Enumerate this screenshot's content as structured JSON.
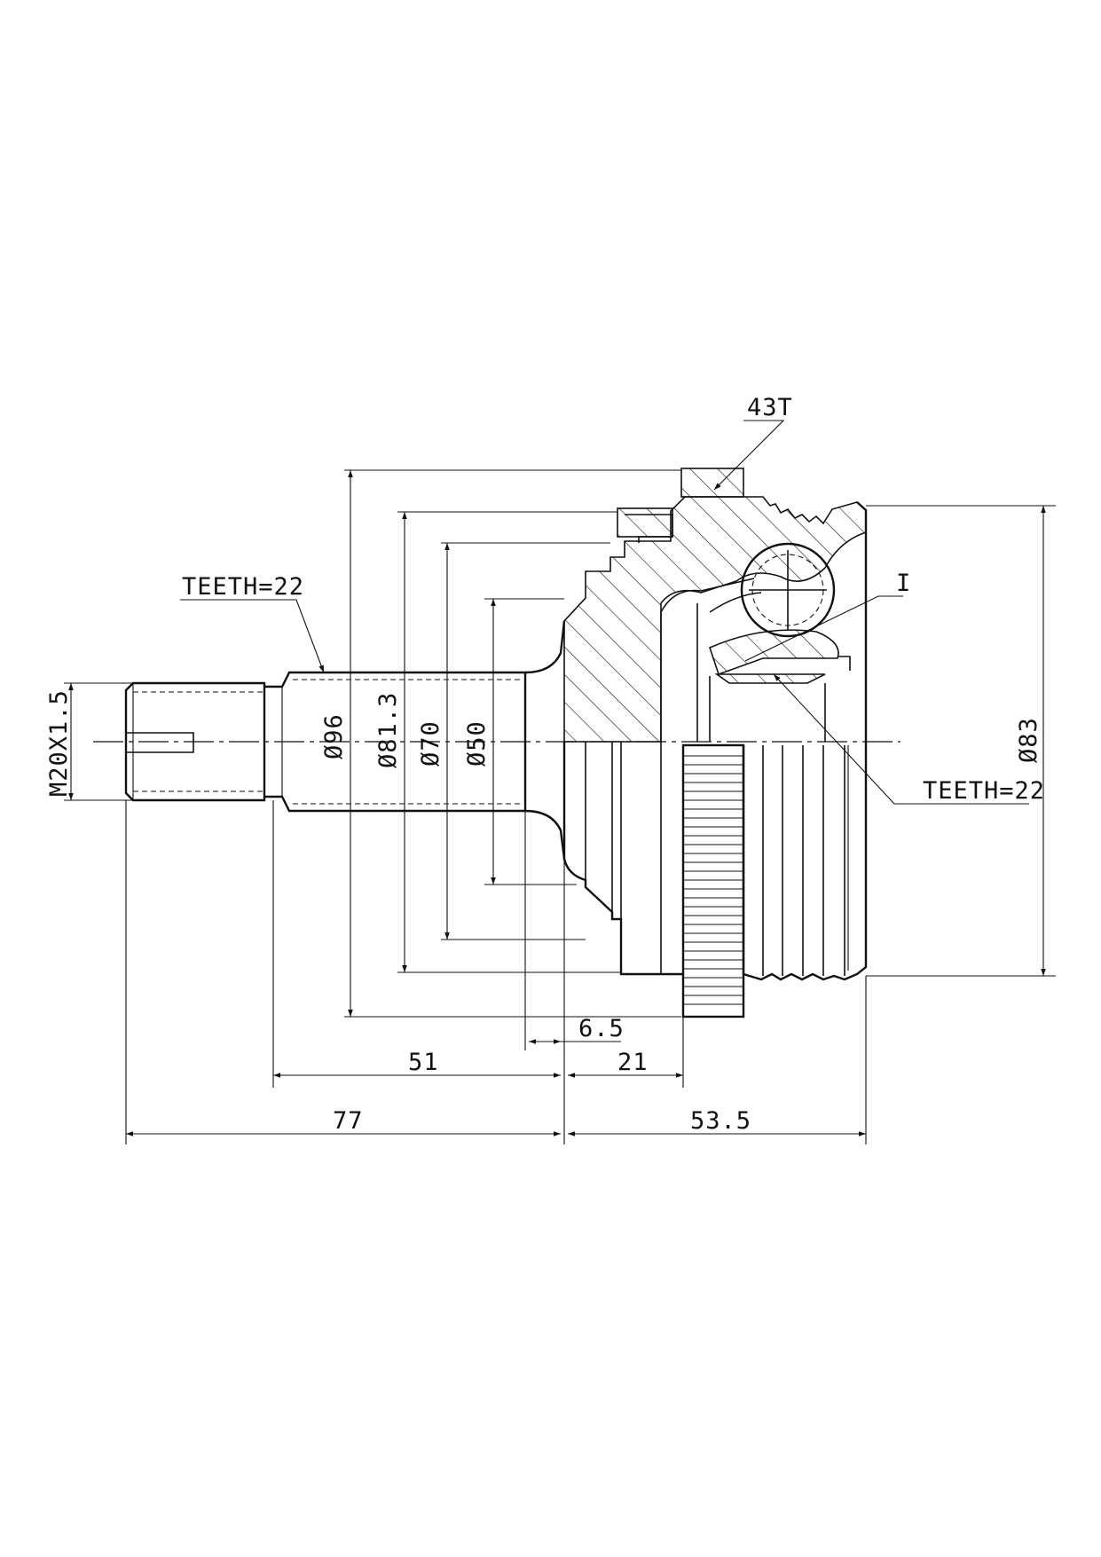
{
  "labels": {
    "thread_size": "M20X1.5",
    "spline_teeth_outer": "TEETH=22",
    "spline_teeth_inner": "TEETH=22",
    "abs_ring_teeth": "43T",
    "detail_marker": "I"
  },
  "dimensions": {
    "dia_96": "Ø96",
    "dia_81_3": "Ø81.3",
    "dia_70": "Ø70",
    "dia_50": "Ø50",
    "dia_83": "Ø83",
    "len_6_5": "6.5",
    "len_51": "51",
    "len_21": "21",
    "len_77": "77",
    "len_53_5": "53.5"
  }
}
